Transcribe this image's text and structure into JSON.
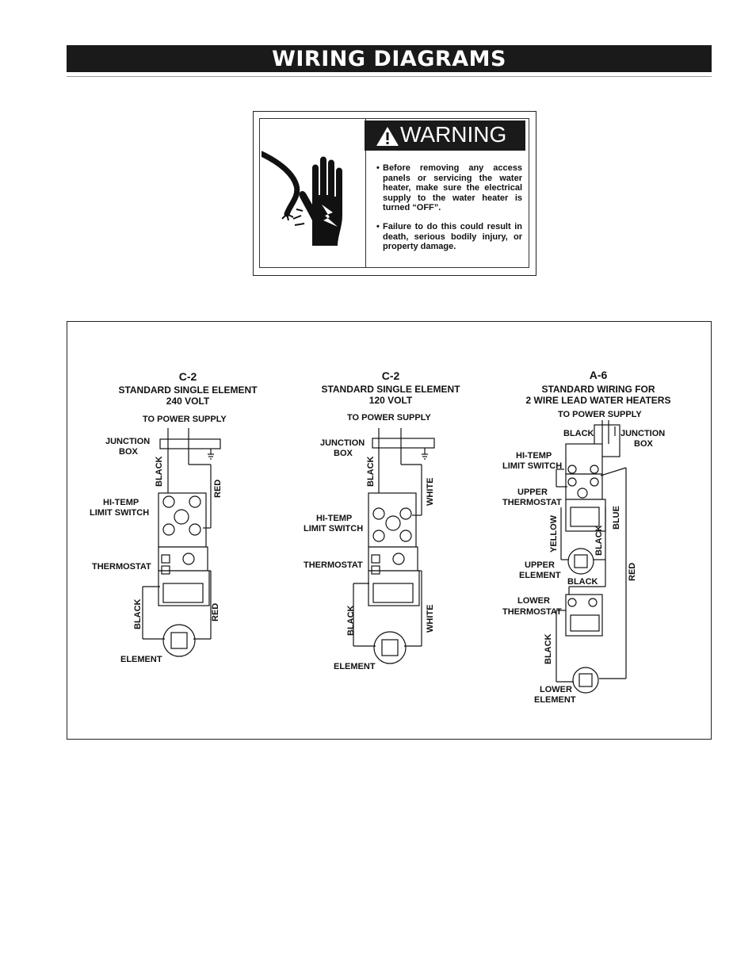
{
  "header": {
    "title": "WIRING DIAGRAMS"
  },
  "warning": {
    "title": "WARNING",
    "bullets": [
      "Before removing any access panels or servicing the water heater, make sure the electrical supply to the water heater is turned “OFF”.",
      "Failure to do this could result in death, serious bodily injury, or property damage."
    ]
  },
  "diagrams": [
    {
      "code": "C-2",
      "line1": "STANDARD SINGLE ELEMENT",
      "line2": "240 VOLT",
      "power": "TO POWER SUPPLY",
      "junction": "JUNCTION",
      "box": "BOX",
      "wire_left_top": "BLACK",
      "wire_right_top": "RED",
      "hitemp": "HI-TEMP",
      "limit": "LIMIT SWITCH",
      "thermostat": "THERMOSTAT",
      "wire_left_bottom": "BLACK",
      "wire_right_bottom": "RED",
      "element": "ELEMENT"
    },
    {
      "code": "C-2",
      "line1": "STANDARD SINGLE ELEMENT",
      "line2": "120 VOLT",
      "power": "TO POWER SUPPLY",
      "junction": "JUNCTION",
      "box": "BOX",
      "wire_left_top": "BLACK",
      "wire_right_top": "WHITE",
      "hitemp": "HI-TEMP",
      "limit": "LIMIT SWITCH",
      "thermostat": "THERMOSTAT",
      "wire_left_bottom": "BLACK",
      "wire_right_bottom": "WHITE",
      "element": "ELEMENT"
    },
    {
      "code": "A-6",
      "line1": "STANDARD WIRING FOR",
      "line2": "2 WIRE LEAD WATER HEATERS",
      "power": "TO POWER SUPPLY",
      "black_top": "BLACK",
      "junction": "JUNCTION",
      "box": "BOX",
      "hitemp": "HI-TEMP",
      "limit": "LIMIT SWITCH",
      "upper": "UPPER",
      "thermostat_word": "THERMOSTAT",
      "yellow": "YELLOW",
      "blue": "BLUE",
      "black_mid": "BLACK",
      "red": "RED",
      "upper_el_1": "UPPER",
      "upper_el_2": "ELEMENT",
      "black_between": "BLACK",
      "lower": "LOWER",
      "lower_thermostat": "THERMOSTAT",
      "black_low": "BLACK",
      "lower_el_1": "LOWER",
      "lower_el_2": "ELEMENT"
    }
  ]
}
